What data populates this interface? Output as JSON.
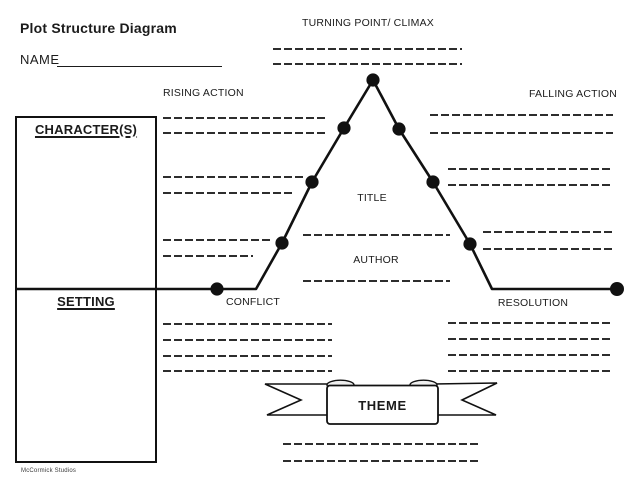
{
  "header": {
    "title": "Plot Structure Diagram",
    "name_label": "NAME",
    "credit": "McCormick Studios"
  },
  "labels": {
    "turning_point": "TURNING POINT/ CLIMAX",
    "rising_action": "RISING ACTION",
    "falling_action": "FALLING ACTION",
    "characters": "CHARACTER(S)",
    "setting": "SETTING",
    "conflict": "CONFLICT",
    "resolution": "RESOLUTION",
    "title": "TITLE",
    "author": "AUTHOR",
    "theme": "THEME"
  },
  "colors": {
    "ink": "#1b1b1b",
    "paper": "#ffffff"
  }
}
